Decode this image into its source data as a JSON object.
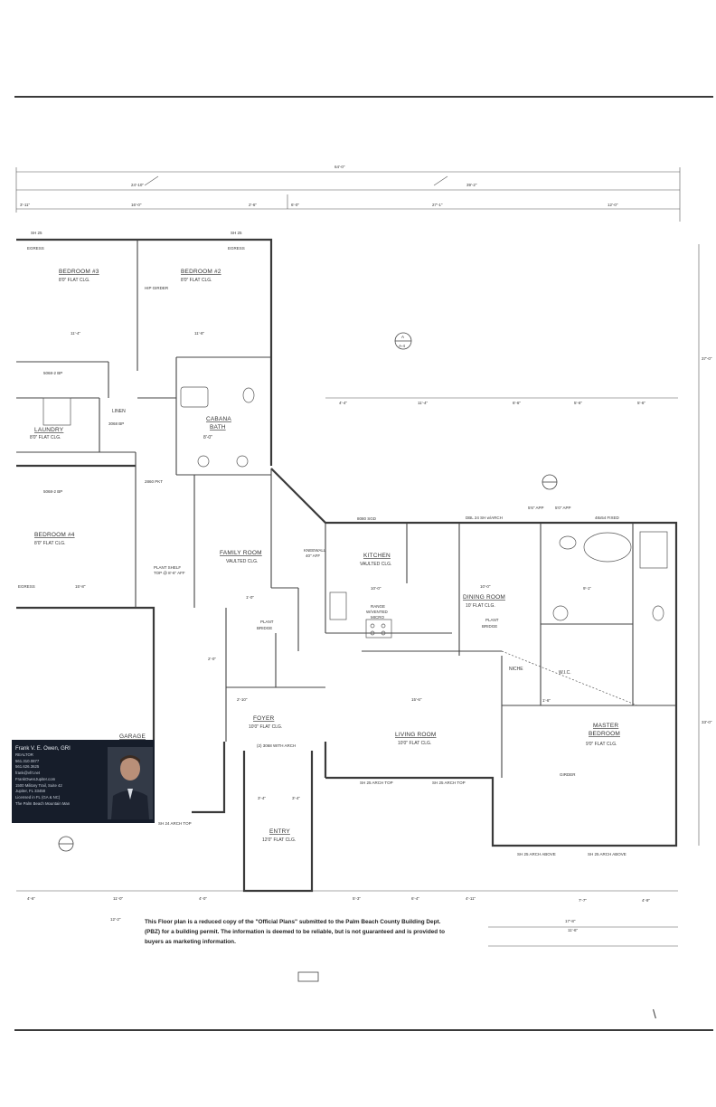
{
  "rooms": {
    "bedroom3": {
      "name": "BEDROOM #3",
      "ceiling": "8'0\" FLAT CLG."
    },
    "bedroom2": {
      "name": "BEDROOM #2",
      "ceiling": "8'0\" FLAT CLG."
    },
    "laundry": {
      "name": "LAUNDRY",
      "ceiling": "8'0\" FLAT CLG."
    },
    "cabana_bath": {
      "name": "CABANA",
      "name2": "BATH",
      "ceiling": "8'-0\""
    },
    "bedroom4": {
      "name": "BEDROOM #4",
      "ceiling": "8'0\" FLAT CLG."
    },
    "family_room": {
      "name": "FAMILY ROOM",
      "ceiling": "VAULTED CLG."
    },
    "kitchen": {
      "name": "KITCHEN",
      "ceiling": "VAULTED CLG."
    },
    "dining_room": {
      "name": "DINING ROOM",
      "ceiling": "10' FLAT CLG."
    },
    "garage": {
      "name": "GARAGE"
    },
    "foyer": {
      "name": "FOYER",
      "ceiling": "10'0\" FLAT CLG."
    },
    "living_room": {
      "name": "LIVING ROOM",
      "ceiling": "10'0\" FLAT CLG."
    },
    "master_bedroom": {
      "name": "MASTER",
      "name2": "BEDROOM",
      "ceiling": "9'0\" FLAT CLG."
    },
    "entry": {
      "name": "ENTRY",
      "ceiling": "12'0\" FLAT CLG."
    },
    "wic": {
      "name": "W.I.C."
    },
    "niche": {
      "name": "NICHE"
    },
    "linen": {
      "name": "LINEN"
    }
  },
  "notes": {
    "plant_shelf": "PLANT SHELF",
    "plant_shelf_top": "TOP @ 8'-6\" AFF",
    "plant_bridge_lower": "PLANT",
    "plant_bridge_lower2": "BRIDGE",
    "plant_bridge": "PLANT",
    "plant_bridge2": "BRIDGE",
    "range": "RANGE",
    "range2": "W/VENTED",
    "range3": "MICRO",
    "kneewall": "KNEEWALL",
    "kneewall_height": "40\" AFF",
    "girder": "GIRDER",
    "hip_girder": "HIP GIRDER",
    "egress1": "EGRESS",
    "egress2": "EGRESS",
    "egress3": "EGRESS",
    "sh25_1": "SH 25",
    "sh25_2": "SH 25",
    "door_2860_pkt": "2860 PKT",
    "door_5068": "5068-2 BP",
    "door_3068": "3068 BP",
    "door_5068_b": "5068-2 BP",
    "door_8080": "8080 SGD",
    "arch": "DBL 24 SH w/ARCH",
    "arch_app": "5'6\" APP",
    "arch_app2": "5'0\" APP",
    "fixed": "48x54 FIXED",
    "arch_top1": "SH 24 ARCH TOP",
    "arch_top2": "SH 25 ARCH TOP",
    "arch_top3": "SH 25 ARCH TOP",
    "arch_above1": "SH 25 ARCH ABOVE",
    "arch_above2": "SH 25 ARCH ABOVE",
    "foyer_arch": "(2) 3068 WITH ARCH",
    "section_letter": "A",
    "section_sheet": "A-4"
  },
  "dims": {
    "overall": "64'-0\"",
    "left_block": "24'-10\"",
    "right_block": "39'-2\"",
    "d_3_11": "3'-11\"",
    "d_16_0": "16'-0\"",
    "d_2_6": "2'-6\"",
    "d_6_0": "6'-0\"",
    "d_27_1": "27'-1\"",
    "d_12_0": "12'-0\"",
    "d_11_4": "11'-4\"",
    "d_11_8": "11'-8\"",
    "d_4_4": "4'-4\"",
    "d_11_4b": "11'-4\"",
    "d_6_6": "6'-6\"",
    "d_5_6": "5'-6\"",
    "d_5_6b": "5'-6\"",
    "d_10_0": "10'-0\"",
    "d_15_6": "15'-6\"",
    "d_4_6": "4'-6\"",
    "d_11_0": "11'-0\"",
    "d_4_0": "4'-0\"",
    "d_5_3": "5'-3\"",
    "d_6_4": "6'-4\"",
    "d_4_11": "4'-11\"",
    "d_7_7": "7'-7\"",
    "d_4_9": "4'-9\"",
    "d_17_8": "17'-8\"",
    "d_12_2": "12'-2\"",
    "d_2_10": "2'-10\"",
    "d_3_4": "3'-4\"",
    "d_3_4b": "3'-4\"",
    "d_15_8": "15'-8\"",
    "d_10_0b": "10'-0\"",
    "d_9_1": "9'-1\"",
    "d_1_6": "1'-6\"",
    "d_1_0": "1'-0\"",
    "d_2_0": "2'-0\"",
    "d_11_6": "11'-6\"",
    "d_37_0": "37'-0\"",
    "d_33_0": "33'-0\""
  },
  "agent": {
    "name": "Frank V. E. Owen, GRI",
    "role": "REALTOR",
    "phone1": "561.310.0877",
    "phone2": "561.626.3625",
    "email": "frank@vfrt.net",
    "website": "FrankOwenJupiter.com",
    "address": "1500 Military Trail, Suite 42",
    "city": "Jupiter, FL 33458",
    "license": "Licensed in FL (GA & NC)",
    "brokerage": "The Palm Beach Mountain Man"
  },
  "disclaimer": "This Floor plan is a reduced copy of the \"Official Plans\" submitted to the Palm Beach County Building Dept. (PBZ) for a building permit. The information is deemed to be reliable, but is not guaranteed and is provided to buyers as marketing information.",
  "corner_mark": "\\"
}
